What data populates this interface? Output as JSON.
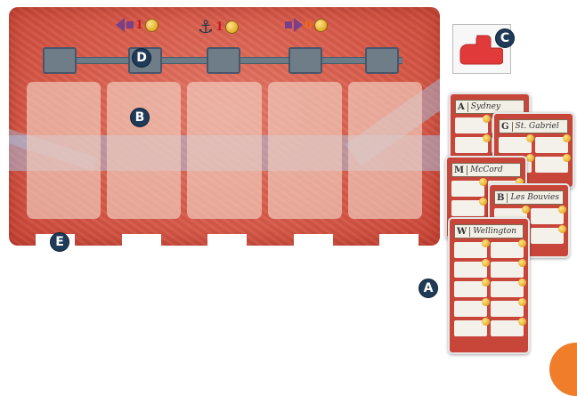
{
  "board": {
    "costs": [
      {
        "icon": "left-arrow-icon",
        "value": "1"
      },
      {
        "icon": "anchor-icon",
        "value": "1"
      },
      {
        "icon": "right-arrow-icon",
        "value": "6"
      }
    ],
    "track_nodes": 5,
    "slots": 5
  },
  "labels": {
    "A": "A",
    "B": "B",
    "C": "C",
    "D": "D",
    "E": "E"
  },
  "cards": [
    {
      "letter": "A",
      "name": "Sydney"
    },
    {
      "letter": "G",
      "name": "St. Gabriel"
    },
    {
      "letter": "M",
      "name": "McCord"
    },
    {
      "letter": "B",
      "name": "Les Bouvies"
    },
    {
      "letter": "W",
      "name": "Wellington"
    }
  ],
  "colors": {
    "board": "#d85b4a",
    "badge": "#1f3b58",
    "meeple": "#e03a3a",
    "card": "#c8453a"
  }
}
